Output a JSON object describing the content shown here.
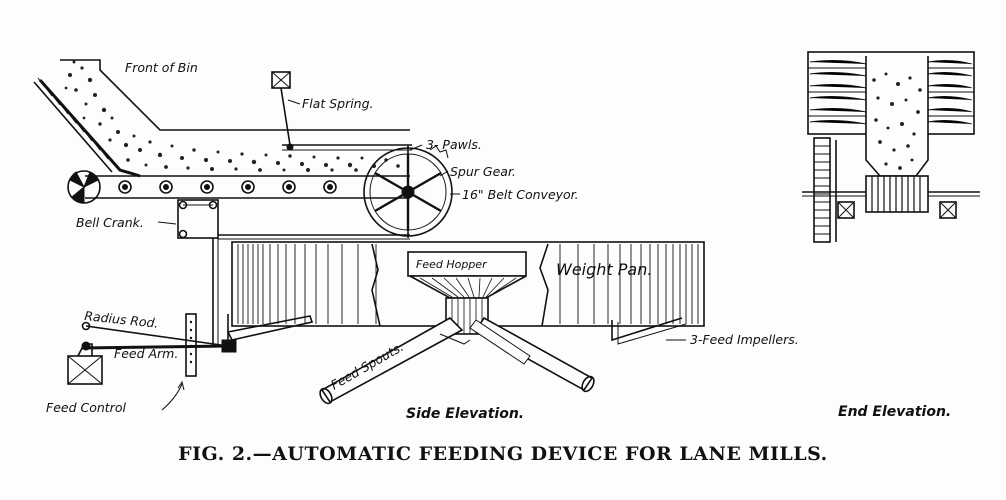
{
  "figure": {
    "caption": "FIG. 2.—AUTOMATIC FEEDING DEVICE FOR LANE MILLS.",
    "views": {
      "side_elevation": "Side Elevation.",
      "end_elevation": "End Elevation."
    },
    "labels": {
      "front_of_bin": "Front of Bin",
      "flat_spring": "Flat Spring.",
      "pawls": "3- Pawls.",
      "spur_gear": "Spur Gear.",
      "belt_conveyor": "16\" Belt Conveyor.",
      "bell_crank": "Bell Crank.",
      "feed_hopper": "Feed Hopper",
      "weight_pan": "Weight Pan.",
      "radius_rod": "Radius Rod.",
      "feed_arm": "Feed Arm.",
      "feed_spouts": "Feed Spouts.",
      "feed_impellers": "3-Feed Impellers.",
      "feed_control": "Feed Control"
    }
  }
}
